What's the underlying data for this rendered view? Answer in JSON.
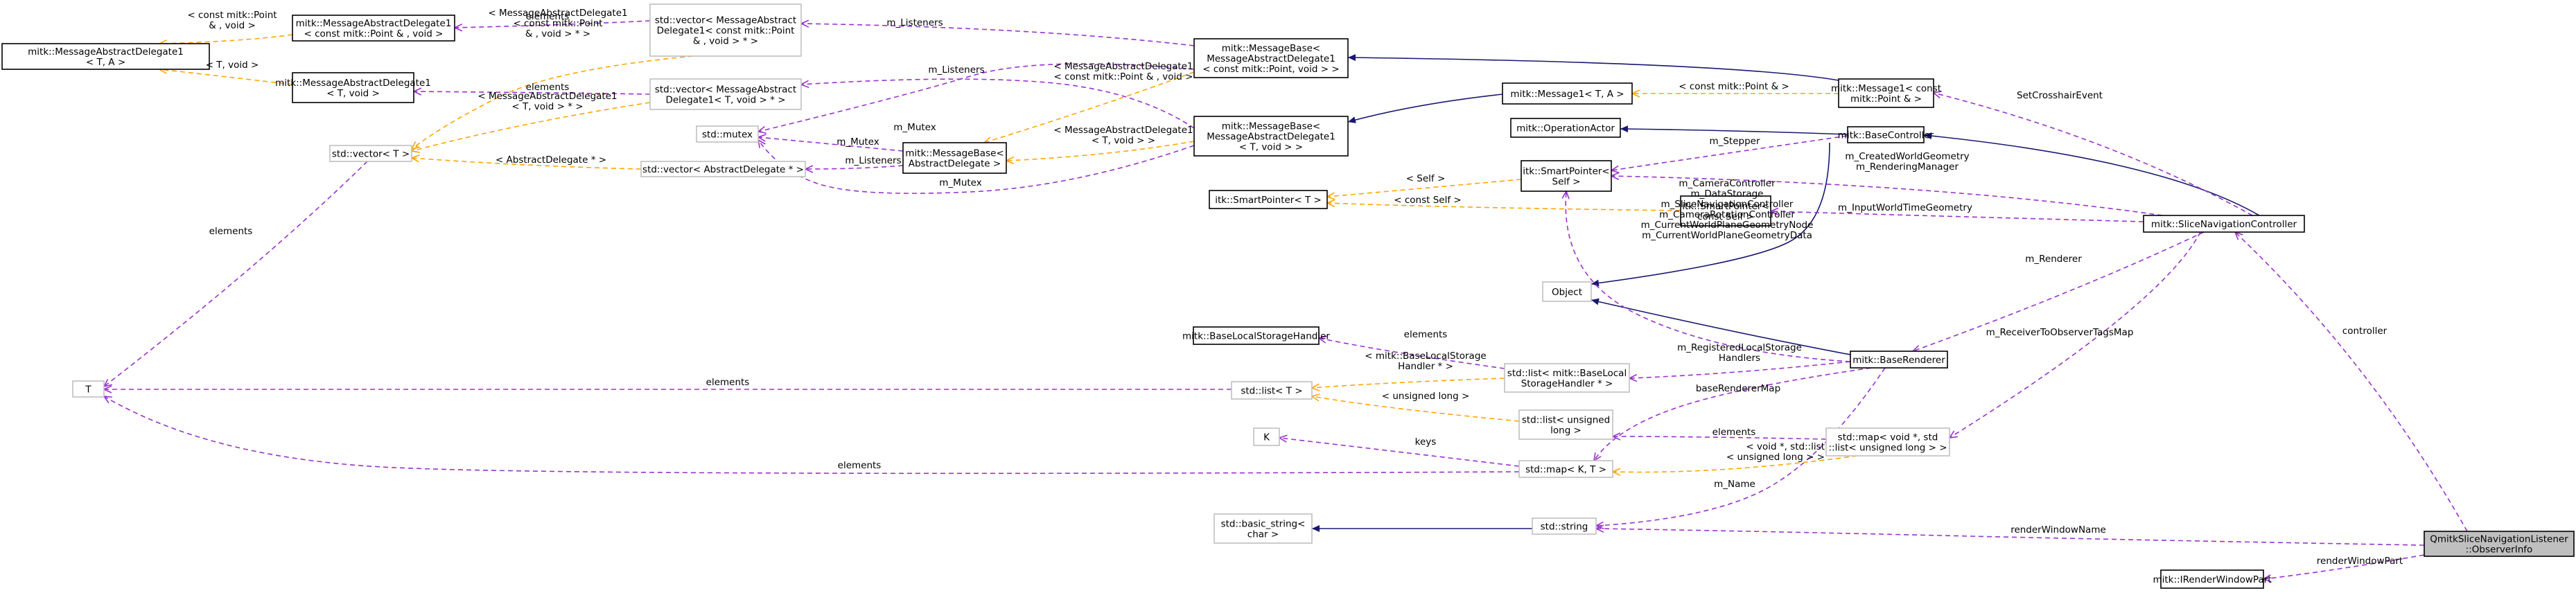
{
  "colors": {
    "inherit": "#191970",
    "usage": "#9a32cd",
    "template": "#ffa500",
    "node_solid": "#000000",
    "node_external": "#bfbfbf",
    "focus_fill": "#bfbfbf"
  },
  "nodes": [
    {
      "id": "delegate_tA",
      "lines": [
        "mitk::MessageAbstractDelegate1",
        "< T, A >"
      ],
      "style": "solid"
    },
    {
      "id": "delegate_point",
      "lines": [
        "mitk::MessageAbstractDelegate1",
        "< const mitk::Point & , void >"
      ],
      "style": "solid"
    },
    {
      "id": "delegate_tvoid",
      "lines": [
        "mitk::MessageAbstractDelegate1",
        "< T, void >"
      ],
      "style": "solid"
    },
    {
      "id": "vector_point",
      "lines": [
        "std::vector< MessageAbstract",
        "Delegate1< const mitk::Point",
        "& , void > * >"
      ],
      "style": "external"
    },
    {
      "id": "vector_tvoid",
      "lines": [
        "std::vector< MessageAbstract",
        "Delegate1< T, void > * >"
      ],
      "style": "external"
    },
    {
      "id": "vector_T",
      "lines": [
        "std::vector< T >"
      ],
      "style": "external"
    },
    {
      "id": "std_mutex",
      "lines": [
        "std::mutex"
      ],
      "style": "external"
    },
    {
      "id": "vector_abstractdelegate",
      "lines": [
        "std::vector< AbstractDelegate * >"
      ],
      "style": "external"
    },
    {
      "id": "messagebase_abstract",
      "lines": [
        "mitk::MessageBase<",
        "AbstractDelegate >"
      ],
      "style": "solid"
    },
    {
      "id": "messagebase_point",
      "lines": [
        "mitk::MessageBase<",
        "MessageAbstractDelegate1",
        "< const mitk::Point, void > >"
      ],
      "style": "solid"
    },
    {
      "id": "messagebase_tvoid",
      "lines": [
        "mitk::MessageBase<",
        "MessageAbstractDelegate1",
        "< T, void > >"
      ],
      "style": "solid"
    },
    {
      "id": "message1_tA",
      "lines": [
        "mitk::Message1< T, A >"
      ],
      "style": "solid"
    },
    {
      "id": "message1_point",
      "lines": [
        "mitk::Message1< const",
        "mitk::Point & >"
      ],
      "style": "solid"
    },
    {
      "id": "operation_actor",
      "lines": [
        "mitk::OperationActor"
      ],
      "style": "solid"
    },
    {
      "id": "base_controller",
      "lines": [
        "mitk::BaseController"
      ],
      "style": "solid"
    },
    {
      "id": "smartpointer_self",
      "lines": [
        "itk::SmartPointer<",
        "Self >"
      ],
      "style": "solid"
    },
    {
      "id": "smartpointer_T",
      "lines": [
        "itk::SmartPointer< T >"
      ],
      "style": "solid"
    },
    {
      "id": "smartpointer_constself",
      "lines": [
        "itk::SmartPointer<",
        "const Self >"
      ],
      "style": "solid"
    },
    {
      "id": "slice_nav_controller",
      "lines": [
        "mitk::SliceNavigationController"
      ],
      "style": "solid"
    },
    {
      "id": "object",
      "lines": [
        "Object"
      ],
      "style": "external"
    },
    {
      "id": "base_local_storage_handler",
      "lines": [
        "mitk::BaseLocalStorageHandler"
      ],
      "style": "solid"
    },
    {
      "id": "list_baselocal",
      "lines": [
        "std::list< mitk::BaseLocal",
        "StorageHandler * >"
      ],
      "style": "external"
    },
    {
      "id": "base_renderer",
      "lines": [
        "mitk::BaseRenderer"
      ],
      "style": "solid"
    },
    {
      "id": "T",
      "lines": [
        "T"
      ],
      "style": "external"
    },
    {
      "id": "list_T",
      "lines": [
        "std::list< T >"
      ],
      "style": "external"
    },
    {
      "id": "list_ulong",
      "lines": [
        "std::list< unsigned",
        "long >"
      ],
      "style": "external"
    },
    {
      "id": "K",
      "lines": [
        "K"
      ],
      "style": "external"
    },
    {
      "id": "map_KT",
      "lines": [
        "std::map< K, T >"
      ],
      "style": "external"
    },
    {
      "id": "map_voidlist",
      "lines": [
        "std::map< void *, std",
        "::list< unsigned long > >"
      ],
      "style": "external"
    },
    {
      "id": "basic_string",
      "lines": [
        "std::basic_string<",
        "char >"
      ],
      "style": "external"
    },
    {
      "id": "std_string",
      "lines": [
        "std::string"
      ],
      "style": "external"
    },
    {
      "id": "observer_info",
      "lines": [
        "QmitkSliceNavigationListener",
        "::ObserverInfo"
      ],
      "style": "focus"
    },
    {
      "id": "irender_window_part",
      "lines": [
        "mitk::IRenderWindowPart"
      ],
      "style": "solid"
    }
  ],
  "edges": [
    {
      "id": "e_inh_msgbase_point",
      "kind": "inherit",
      "lines": []
    },
    {
      "id": "e_inh_msgbase_tvoid",
      "kind": "inherit",
      "lines": []
    },
    {
      "id": "e_inh_opactor",
      "kind": "inherit",
      "lines": []
    },
    {
      "id": "e_inh_object_bc",
      "kind": "inherit",
      "lines": []
    },
    {
      "id": "e_inh_object_br",
      "kind": "inherit",
      "lines": []
    },
    {
      "id": "e_inh_basic_string",
      "kind": "inherit",
      "lines": []
    },
    {
      "id": "e_inh_base_controller",
      "kind": "inherit",
      "lines": []
    },
    {
      "id": "e_vp_to_dp",
      "kind": "usage",
      "lines": [
        "elements"
      ]
    },
    {
      "id": "e_vt_to_dtv",
      "kind": "usage",
      "lines": [
        "elements"
      ]
    },
    {
      "id": "e_mbp_to_vp",
      "kind": "usage",
      "lines": [
        "m_Listeners"
      ]
    },
    {
      "id": "e_mbtv_to_vtv",
      "kind": "usage",
      "lines": [
        "m_Listeners"
      ]
    },
    {
      "id": "e_mba_to_vad",
      "kind": "usage",
      "lines": [
        "m_Listeners"
      ]
    },
    {
      "id": "e_mutex_mba",
      "kind": "usage",
      "lines": [
        "m_Mutex"
      ]
    },
    {
      "id": "e_mutex_mbp",
      "kind": "usage",
      "lines": [
        "m_Mutex"
      ]
    },
    {
      "id": "e_mutex_mbtv",
      "kind": "usage",
      "lines": [
        "m_Mutex"
      ]
    },
    {
      "id": "e_vT_to_T",
      "kind": "usage",
      "lines": [
        "elements"
      ]
    },
    {
      "id": "e_bc_to_sps",
      "kind": "usage",
      "lines": [
        "m_Stepper"
      ]
    },
    {
      "id": "e_snc_to_sps",
      "kind": "usage",
      "lines": [
        "m_CreatedWorldGeometry",
        "m_RenderingManager"
      ]
    },
    {
      "id": "e_snc_to_spcs",
      "kind": "usage",
      "lines": [
        "m_InputWorldTimeGeometry"
      ]
    },
    {
      "id": "e_br_to_sps",
      "kind": "usage",
      "lines": [
        "m_CameraController",
        "m_DataStorage",
        "m_SliceNavigationController",
        "m_CameraRotationController",
        "m_CurrentWorldPlaneGeometryNode",
        "m_CurrentWorldPlaneGeometryData"
      ]
    },
    {
      "id": "e_snc_to_br",
      "kind": "usage",
      "lines": [
        "m_Renderer"
      ]
    },
    {
      "id": "e_snc_to_mapvl",
      "kind": "usage",
      "lines": [
        "m_ReceiverToObserverTagsMap"
      ]
    },
    {
      "id": "e_lbl_to_blsh",
      "kind": "usage",
      "lines": [
        "elements"
      ]
    },
    {
      "id": "e_br_to_lbl",
      "kind": "usage",
      "lines": [
        "m_RegisteredLocalStorage",
        "Handlers"
      ]
    },
    {
      "id": "e_br_to_mapKT",
      "kind": "usage",
      "lines": [
        "baseRendererMap"
      ]
    },
    {
      "id": "e_lT_to_T",
      "kind": "usage",
      "lines": [
        "elements"
      ]
    },
    {
      "id": "e_mapKT_to_K",
      "kind": "usage",
      "lines": [
        "keys"
      ]
    },
    {
      "id": "e_mapKT_to_T",
      "kind": "usage",
      "lines": [
        "elements"
      ]
    },
    {
      "id": "e_mapvl_to_lul",
      "kind": "usage",
      "lines": [
        "elements"
      ]
    },
    {
      "id": "e_br_to_str",
      "kind": "usage",
      "lines": [
        "m_Name"
      ]
    },
    {
      "id": "e_obs_to_str",
      "kind": "usage",
      "lines": [
        "renderWindowName"
      ]
    },
    {
      "id": "e_obs_to_irwp",
      "kind": "usage",
      "lines": [
        "renderWindowPart"
      ]
    },
    {
      "id": "e_obs_to_snc",
      "kind": "usage",
      "lines": [
        "controller"
      ]
    },
    {
      "id": "e_snc_to_m1p",
      "kind": "usage",
      "lines": [
        "SetCrosshairEvent"
      ]
    },
    {
      "id": "e_tpl_dtA_dp",
      "kind": "template",
      "lines": [
        "< const mitk::Point",
        "& , void >"
      ]
    },
    {
      "id": "e_tpl_dtA_dtv",
      "kind": "template",
      "lines": [
        "< T, void >"
      ]
    },
    {
      "id": "e_tpl_vT_vp",
      "kind": "template",
      "lines": [
        "< MessageAbstractDelegate1",
        "< const mitk::Point",
        "& , void > * >"
      ]
    },
    {
      "id": "e_tpl_vT_vtv",
      "kind": "template",
      "lines": [
        "< MessageAbstractDelegate1",
        "< T, void > * >"
      ]
    },
    {
      "id": "e_tpl_vT_vad",
      "kind": "template",
      "lines": [
        "< AbstractDelegate * >"
      ]
    },
    {
      "id": "e_tpl_mba_mbp",
      "kind": "template",
      "lines": [
        "< MessageAbstractDelegate1",
        "< const mitk::Point & , void >"
      ]
    },
    {
      "id": "e_tpl_mba_mbtv",
      "kind": "template",
      "lines": [
        "< MessageAbstractDelegate1",
        "< T, void > >"
      ]
    },
    {
      "id": "e_tpl_m1_m1p",
      "kind": "template",
      "lines": [
        "< const mitk::Point & >"
      ]
    },
    {
      "id": "e_tpl_spT_sps",
      "kind": "template",
      "lines": [
        "< Self >"
      ]
    },
    {
      "id": "e_tpl_spT_spcs",
      "kind": "template",
      "lines": [
        "< const Self >"
      ]
    },
    {
      "id": "e_tpl_lT_lbl",
      "kind": "template",
      "lines": [
        "< mitk::BaseLocalStorage",
        "Handler * >"
      ]
    },
    {
      "id": "e_tpl_lT_lul",
      "kind": "template",
      "lines": [
        "< unsigned long >"
      ]
    },
    {
      "id": "e_tpl_mapKT_mapvl",
      "kind": "template",
      "lines": [
        "< void *, std::list",
        "< unsigned long > >"
      ]
    }
  ]
}
